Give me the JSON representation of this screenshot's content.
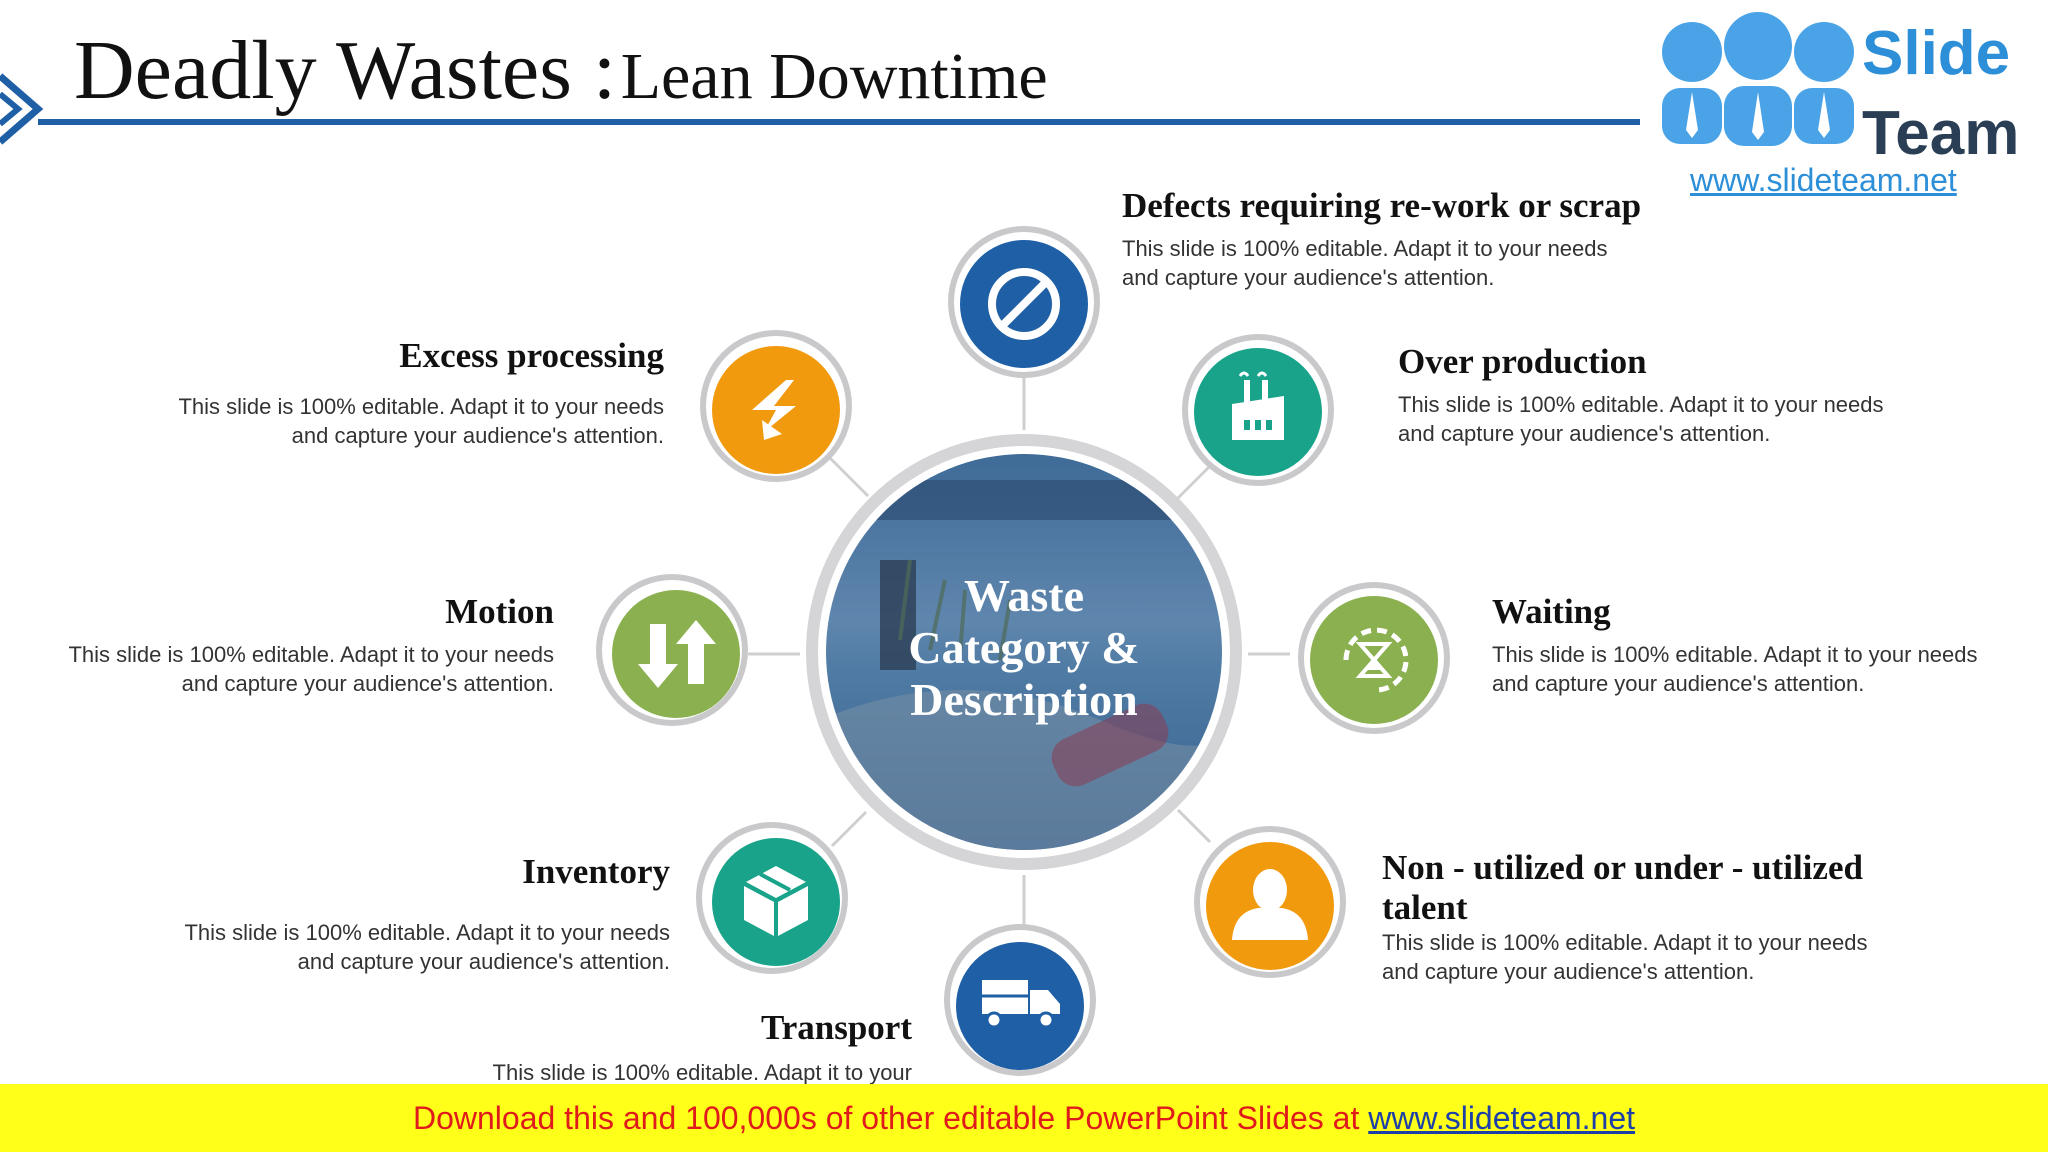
{
  "header": {
    "title_main": "Deadly Wastes :",
    "title_sub": "Lean Downtime"
  },
  "logo": {
    "word1": "Slide",
    "word2": "Team",
    "url": "www.slideteam.net"
  },
  "center": {
    "text": "Waste Category & Description"
  },
  "items": [
    {
      "title": "Defects requiring re-work or scrap",
      "desc": "This slide is 100% editable. Adapt it to your needs and capture your audience's attention.",
      "icon": "prohibited-icon",
      "color": "#1f5fa6"
    },
    {
      "title": "Over production",
      "desc": "This slide is 100% editable. Adapt it to your needs and capture your audience's attention.",
      "icon": "factory-icon",
      "color": "#19a38a"
    },
    {
      "title": "Waiting",
      "desc": "This slide is 100% editable. Adapt it to your needs and capture your audience's attention.",
      "icon": "hourglass-icon",
      "color": "#8bb04f"
    },
    {
      "title": "Non - utilized or under - utilized talent",
      "desc": "This slide is 100% editable. Adapt it to your needs and capture your audience's attention.",
      "icon": "person-icon",
      "color": "#f29a0e"
    },
    {
      "title": "Transport",
      "desc": "This slide is 100% editable. Adapt it to your",
      "icon": "truck-icon",
      "color": "#1f5fa6"
    },
    {
      "title": "Inventory",
      "desc": "This slide is 100% editable. Adapt it to your needs and capture your audience's attention.",
      "icon": "box-icon",
      "color": "#19a38a"
    },
    {
      "title": "Motion",
      "desc": "This slide is 100% editable. Adapt it to your needs and capture your audience's attention.",
      "icon": "up-down-arrows-icon",
      "color": "#8bb04f"
    },
    {
      "title": "Excess processing",
      "desc": "This slide is 100% editable. Adapt it to your needs and capture your audience's attention.",
      "icon": "lightning-arrow-icon",
      "color": "#f29a0e"
    }
  ],
  "footer": {
    "text": "Download this and 100,000s of other editable PowerPoint Slides at",
    "url": "www.slideteam.net"
  }
}
